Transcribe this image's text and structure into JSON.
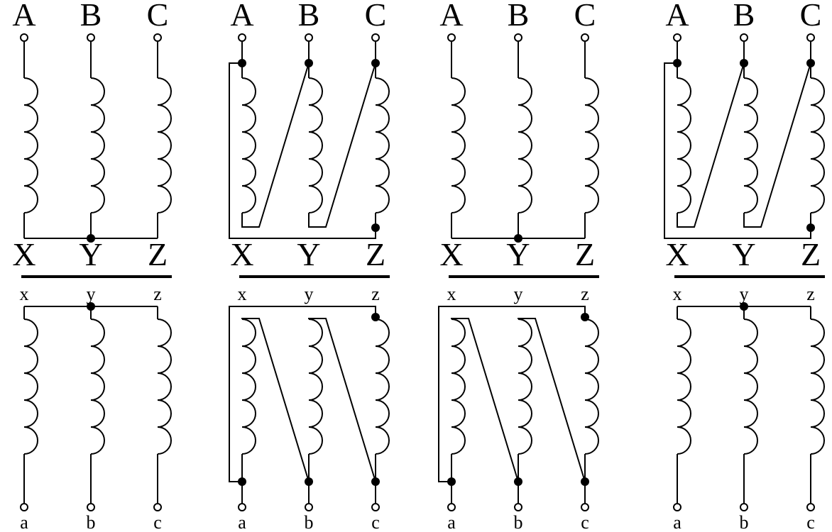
{
  "diagrams": [
    {
      "primary": {
        "labels": [
          "A",
          "B",
          "C"
        ],
        "neutral_labels": [
          "X",
          "Y",
          "Z"
        ],
        "connection": "star"
      },
      "secondary": {
        "labels": [
          "a",
          "b",
          "c"
        ],
        "neutral_labels": [
          "x",
          "y",
          "z"
        ],
        "connection": "star"
      }
    },
    {
      "primary": {
        "labels": [
          "A",
          "B",
          "C"
        ],
        "neutral_labels": [
          "X",
          "Y",
          "Z"
        ],
        "connection": "delta"
      },
      "secondary": {
        "labels": [
          "a",
          "b",
          "c"
        ],
        "neutral_labels": [
          "x",
          "y",
          "z"
        ],
        "connection": "delta"
      }
    },
    {
      "primary": {
        "labels": [
          "A",
          "B",
          "C"
        ],
        "neutral_labels": [
          "X",
          "Y",
          "Z"
        ],
        "connection": "star"
      },
      "secondary": {
        "labels": [
          "a",
          "b",
          "c"
        ],
        "neutral_labels": [
          "x",
          "y",
          "z"
        ],
        "connection": "delta"
      }
    },
    {
      "primary": {
        "labels": [
          "A",
          "B",
          "C"
        ],
        "neutral_labels": [
          "X",
          "Y",
          "Z"
        ],
        "connection": "delta"
      },
      "secondary": {
        "labels": [
          "a",
          "b",
          "c"
        ],
        "neutral_labels": [
          "x",
          "y",
          "z"
        ],
        "connection": "star"
      }
    }
  ]
}
